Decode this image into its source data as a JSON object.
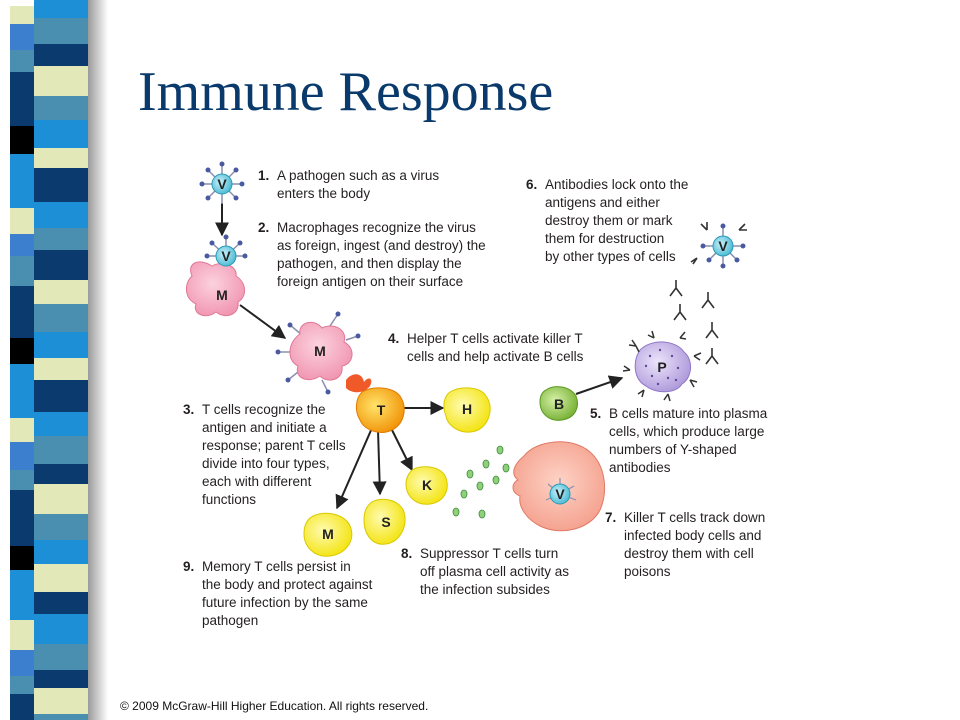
{
  "slide": {
    "title": "Immune Response",
    "copyright": "© 2009 McGraw-Hill Higher Education. All rights reserved."
  },
  "steps": [
    {
      "num": "1.",
      "text": "A pathogen such as a virus\nenters the body"
    },
    {
      "num": "2.",
      "text": "Macrophages recognize the virus\nas foreign, ingest (and destroy) the\npathogen, and then display the\nforeign antigen on their surface"
    },
    {
      "num": "3.",
      "text": "T cells recognize the\nantigen and initiate a\nresponse; parent T cells\ndivide into four types,\neach with different\nfunctions"
    },
    {
      "num": "4.",
      "text": "Helper T cells activate killer T\ncells and help activate B cells"
    },
    {
      "num": "5.",
      "text": "B cells mature into plasma\ncells, which produce large\nnumbers of Y-shaped\nantibodies"
    },
    {
      "num": "6.",
      "text": "Antibodies lock onto the\nantigens and either\ndestroy them or mark\nthem for destruction\nby other types of cells"
    },
    {
      "num": "7.",
      "text": "Killer T cells track down\ninfected body cells and\ndestroy them with cell\npoisons"
    },
    {
      "num": "8.",
      "text": "Suppressor T cells turn\noff plasma cell activity as\nthe infection subsides"
    },
    {
      "num": "9.",
      "text": "Memory T cells persist in\nthe body and protect against\nfuture infection by the same\npathogen"
    }
  ],
  "cells": {
    "virus": "V",
    "macrophage": "M",
    "t_cell": "T",
    "helper": "H",
    "killer": "K",
    "suppressor": "S",
    "memory": "M",
    "b_cell": "B",
    "plasma": "P"
  },
  "colors": {
    "title": "#0a3a6b",
    "virus": "#5ec6dd",
    "macrophage": "#f29fb5",
    "t_cell": "#f4b400",
    "yellow_cell": "#f7e51c",
    "b_cell": "#8dc63f",
    "plasma": "#c7b6e6",
    "infected_cell": "#f7a99a",
    "stripe_navy": "#0b3a6e",
    "stripe_blue": "#1d8fd6",
    "stripe_light": "#e3e8b8"
  }
}
